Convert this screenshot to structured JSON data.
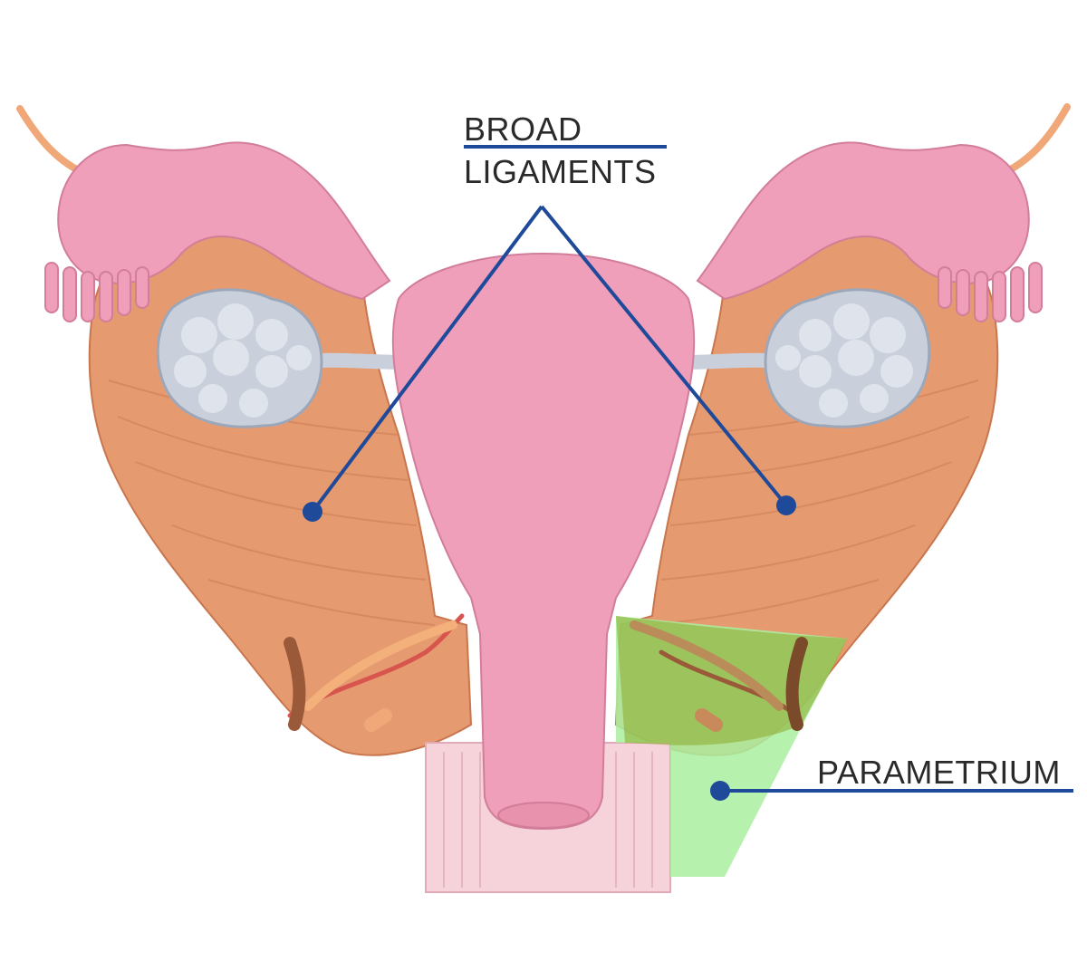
{
  "labels": {
    "broad_line1": "BROAD",
    "broad_line2": "LIGAMENTS",
    "parametrium": "PARAMETRIUM"
  },
  "colors": {
    "uterus": "#ef9fba",
    "uterus_dark": "#d98099",
    "ligament": "#e69a70",
    "ligament_line": "#cf7a52",
    "ovary": "#c9d0dc",
    "ovary_dark": "#9ca8ba",
    "parametrium": "#a9f0a0",
    "parametrium_overlay": "#8aaa2a",
    "leader_line": "#1f4a9a",
    "vessel_red": "#d8554e",
    "vessel_brown": "#9a5a3a",
    "tube": "#f0a878"
  }
}
